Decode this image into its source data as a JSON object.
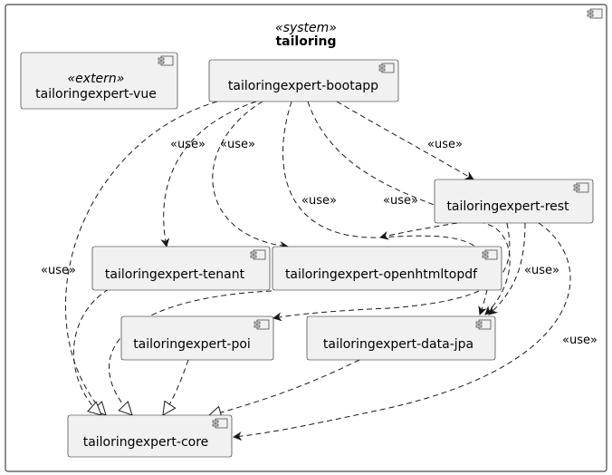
{
  "system": {
    "stereotype": "«system»",
    "name": "tailoring"
  },
  "components": {
    "vue": {
      "stereotype": "«extern»",
      "name": "tailoringexpert-vue"
    },
    "bootapp": {
      "name": "tailoringexpert-bootapp"
    },
    "rest": {
      "name": "tailoringexpert-rest"
    },
    "tenant": {
      "name": "tailoringexpert-tenant"
    },
    "openhtmltopdf": {
      "name": "tailoringexpert-openhtmltopdf"
    },
    "poi": {
      "name": "tailoringexpert-poi"
    },
    "datajpa": {
      "name": "tailoringexpert-data-jpa"
    },
    "core": {
      "name": "tailoringexpert-core"
    }
  },
  "edge_labels": {
    "bootapp_core": "«use»",
    "bootapp_tenant": "«use»",
    "bootapp_openhtmltopdf": "«use»",
    "bootapp_rest": "«use»",
    "bootapp_datajpa_1": "«use»",
    "bootapp_datajpa_2": "«use»",
    "rest_poi": "«use»",
    "rest_core": "«use»"
  },
  "colors": {
    "component_fill": "#f1f1f1",
    "line": "#181818",
    "background": "#ffffff"
  }
}
